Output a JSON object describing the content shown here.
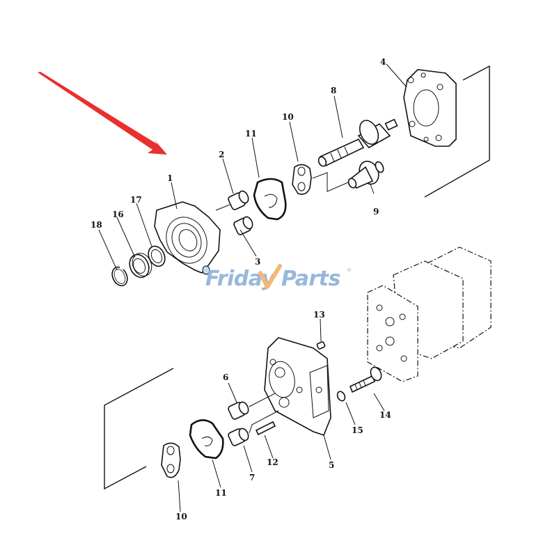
{
  "diagram": {
    "type": "exploded-parts-diagram",
    "subject": "hydraulic gear pump",
    "watermark": {
      "text_left": "Friday",
      "text_right": "Parts",
      "registered_mark": "®",
      "color_text": "#8fb2d9",
      "color_accent": "#f2b26b"
    },
    "pointer_arrow": {
      "color": "#e8302e",
      "points_to_part": "1"
    },
    "callouts": [
      {
        "id": "c1",
        "label": "1"
      },
      {
        "id": "c2",
        "label": "2"
      },
      {
        "id": "c3",
        "label": "3"
      },
      {
        "id": "c4",
        "label": "4"
      },
      {
        "id": "c5",
        "label": "5"
      },
      {
        "id": "c6",
        "label": "6"
      },
      {
        "id": "c7",
        "label": "7"
      },
      {
        "id": "c8",
        "label": "8"
      },
      {
        "id": "c9",
        "label": "9"
      },
      {
        "id": "c10a",
        "label": "10"
      },
      {
        "id": "c10b",
        "label": "10"
      },
      {
        "id": "c11a",
        "label": "11"
      },
      {
        "id": "c11b",
        "label": "11"
      },
      {
        "id": "c12",
        "label": "12"
      },
      {
        "id": "c13",
        "label": "13"
      },
      {
        "id": "c14",
        "label": "14"
      },
      {
        "id": "c15",
        "label": "15"
      },
      {
        "id": "c16",
        "label": "16"
      },
      {
        "id": "c17",
        "label": "17"
      },
      {
        "id": "c18",
        "label": "18"
      }
    ]
  }
}
